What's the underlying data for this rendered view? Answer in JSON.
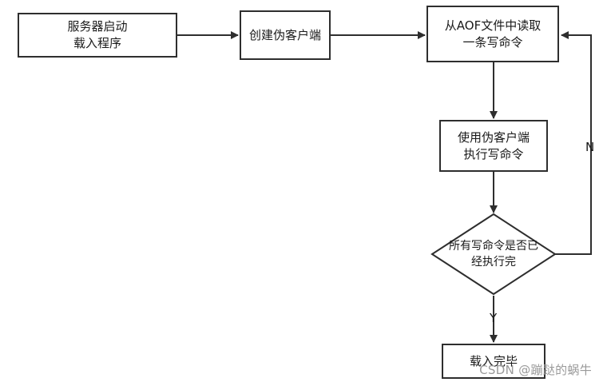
{
  "nodes": {
    "start": "服务器启动\n载入程序",
    "create_client": "创建伪客户端",
    "read_command": "从AOF文件中读取\n一条写命令",
    "execute": "使用伪客户端\n执行写命令",
    "decision": "所有写命令是否已\n经执行完",
    "done": "载入完毕"
  },
  "edges": {
    "no_label": "N",
    "yes_label": "Y"
  },
  "watermark": "CSDN @蹦跶的蜗牛",
  "colors": {
    "stroke": "#2e2e2e",
    "text": "#1a1a1a",
    "watermark": "#9a9a9a"
  }
}
